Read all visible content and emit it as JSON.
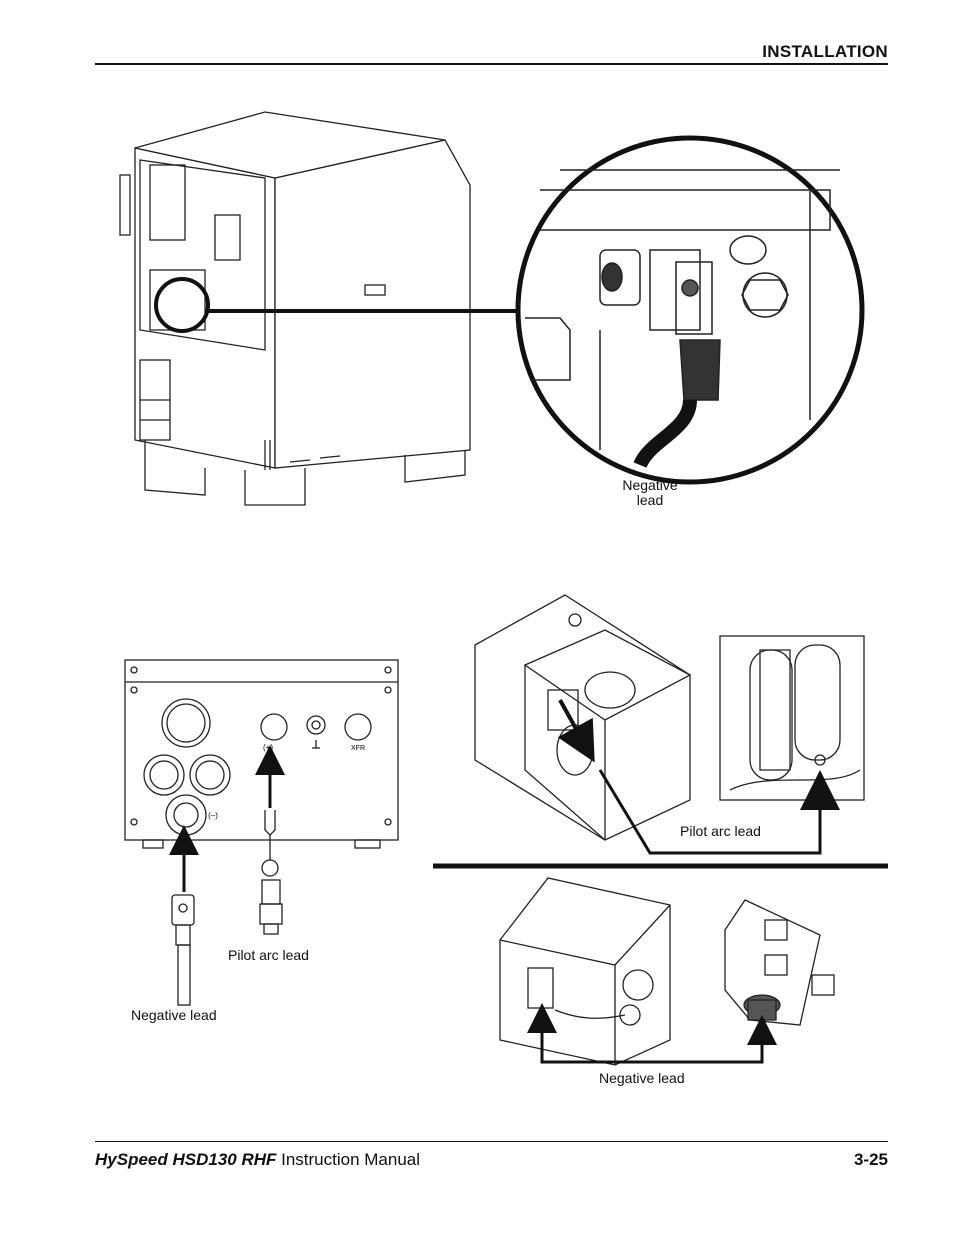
{
  "header": {
    "section_title": "INSTALLATION"
  },
  "figure_top": {
    "negative_lead_label_line1": "Negative",
    "negative_lead_label_line2": "lead"
  },
  "figure_panel": {
    "positive_symbol": "(+)",
    "negative_symbol": "(–)",
    "xfr_label": "XFR",
    "pilot_arc_label": "Pilot arc lead",
    "negative_lead_label": "Negative lead"
  },
  "figure_right_top": {
    "pilot_arc_label": "Pilot arc lead"
  },
  "figure_right_bottom": {
    "negative_lead_label": "Negative lead"
  },
  "footer": {
    "product": "HySpeed HSD130 RHF",
    "manual": " Instruction Manual",
    "page_number": "3-25"
  }
}
